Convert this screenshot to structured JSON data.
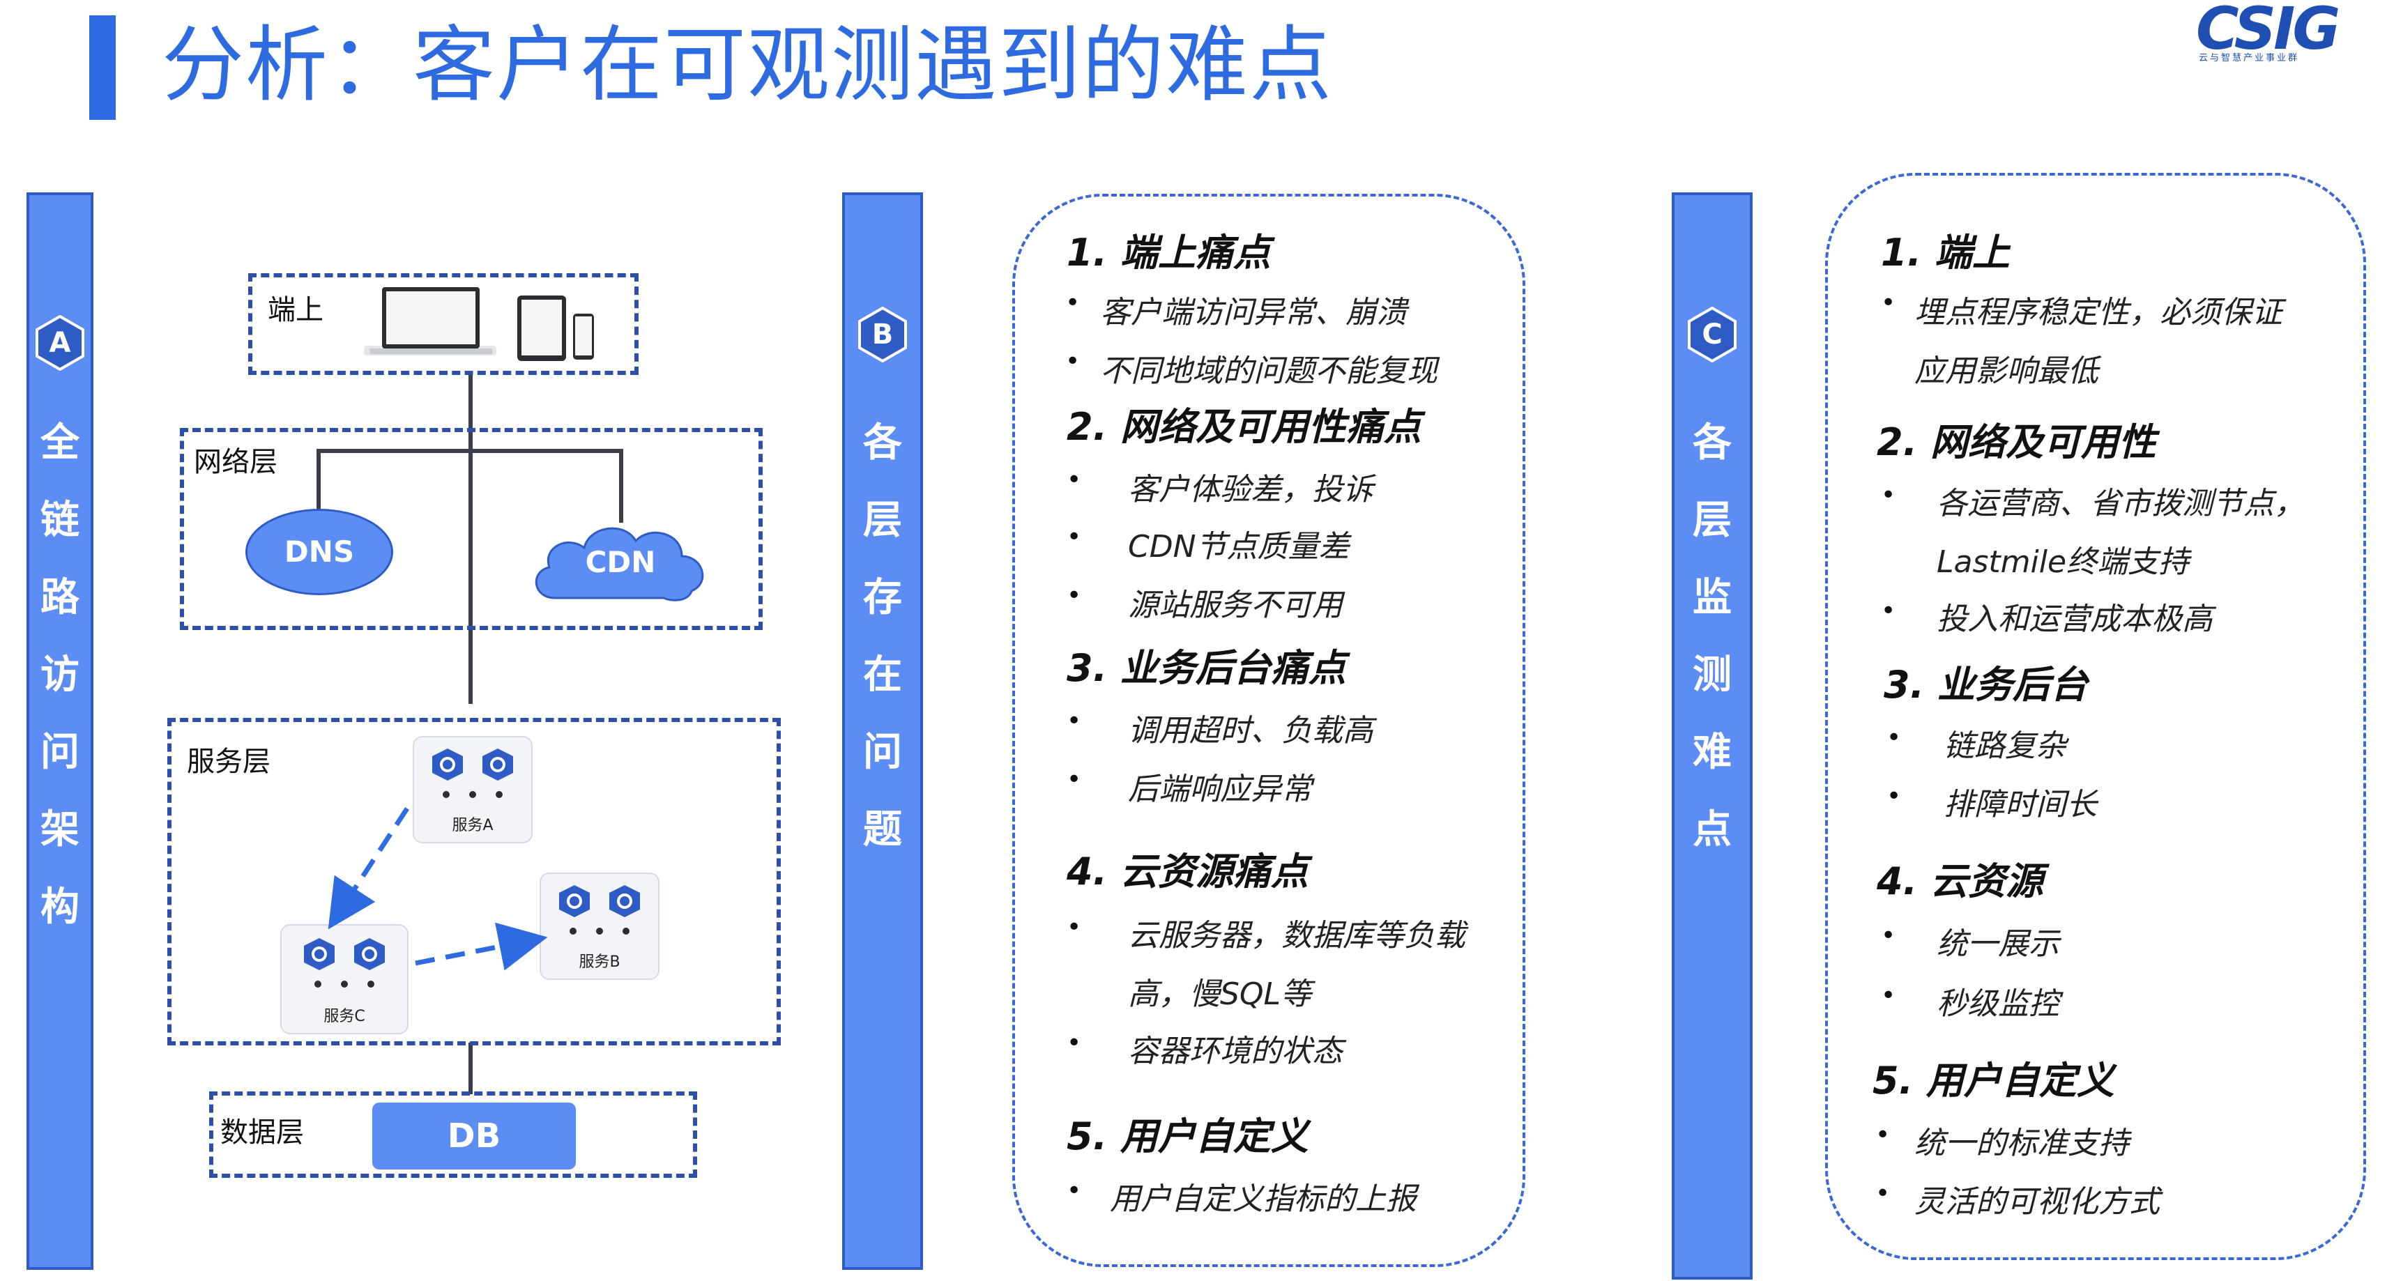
{
  "title": "分析：客户在可观测遇到的难点",
  "logo": {
    "text": "CSIG",
    "subtitle": "云与智慧产业事业群"
  },
  "columns": [
    {
      "badge": "A",
      "label": "全链路访问架构"
    },
    {
      "badge": "B",
      "label": "各层存在问题"
    },
    {
      "badge": "C",
      "label": "各层监测难点"
    }
  ],
  "diagram": {
    "endpoint_label": "端上",
    "network_label": "网络层",
    "dns": "DNS",
    "cdn": "CDN",
    "service_label": "服务层",
    "service_a": "服务A",
    "service_b": "服务B",
    "service_c": "服务C",
    "data_label": "数据层",
    "db": "DB"
  },
  "problems": {
    "sections": [
      {
        "heading": "1. 端上痛点",
        "items": [
          "客户端访问异常、崩溃",
          "不同地域的问题不能复现"
        ]
      },
      {
        "heading": "2. 网络及可用性痛点",
        "items": [
          "客户体验差，投诉",
          "CDN节点质量差",
          "源站服务不可用"
        ]
      },
      {
        "heading": "3. 业务后台痛点",
        "items": [
          "调用超时、负载高",
          "后端响应异常"
        ]
      },
      {
        "heading": "4. 云资源痛点",
        "items": [
          "云服务器，数据库等负载",
          "高，慢SQL等",
          "容器环境的状态"
        ]
      },
      {
        "heading": "5. 用户自定义",
        "items": [
          "用户自定义指标的上报"
        ]
      }
    ]
  },
  "difficulties": {
    "sections": [
      {
        "heading": "1. 端上",
        "items": [
          "埋点程序稳定性，必须保证",
          "应用影响最低"
        ]
      },
      {
        "heading": "2. 网络及可用性",
        "items": [
          "各运营商、省市拨测节点，",
          "Lastmile终端支持",
          "投入和运营成本极高"
        ]
      },
      {
        "heading": "3. 业务后台",
        "items": [
          "链路复杂",
          "排障时间长"
        ]
      },
      {
        "heading": "4. 云资源",
        "items": [
          "统一展示",
          "秒级监控"
        ]
      },
      {
        "heading": "5. 用户自定义",
        "items": [
          "统一的标准支持",
          "灵活的可视化方式"
        ]
      }
    ]
  },
  "colors": {
    "accent": "#2f6be0",
    "bar": "#5b8df5",
    "dashed_border": "#2e4fa8"
  }
}
